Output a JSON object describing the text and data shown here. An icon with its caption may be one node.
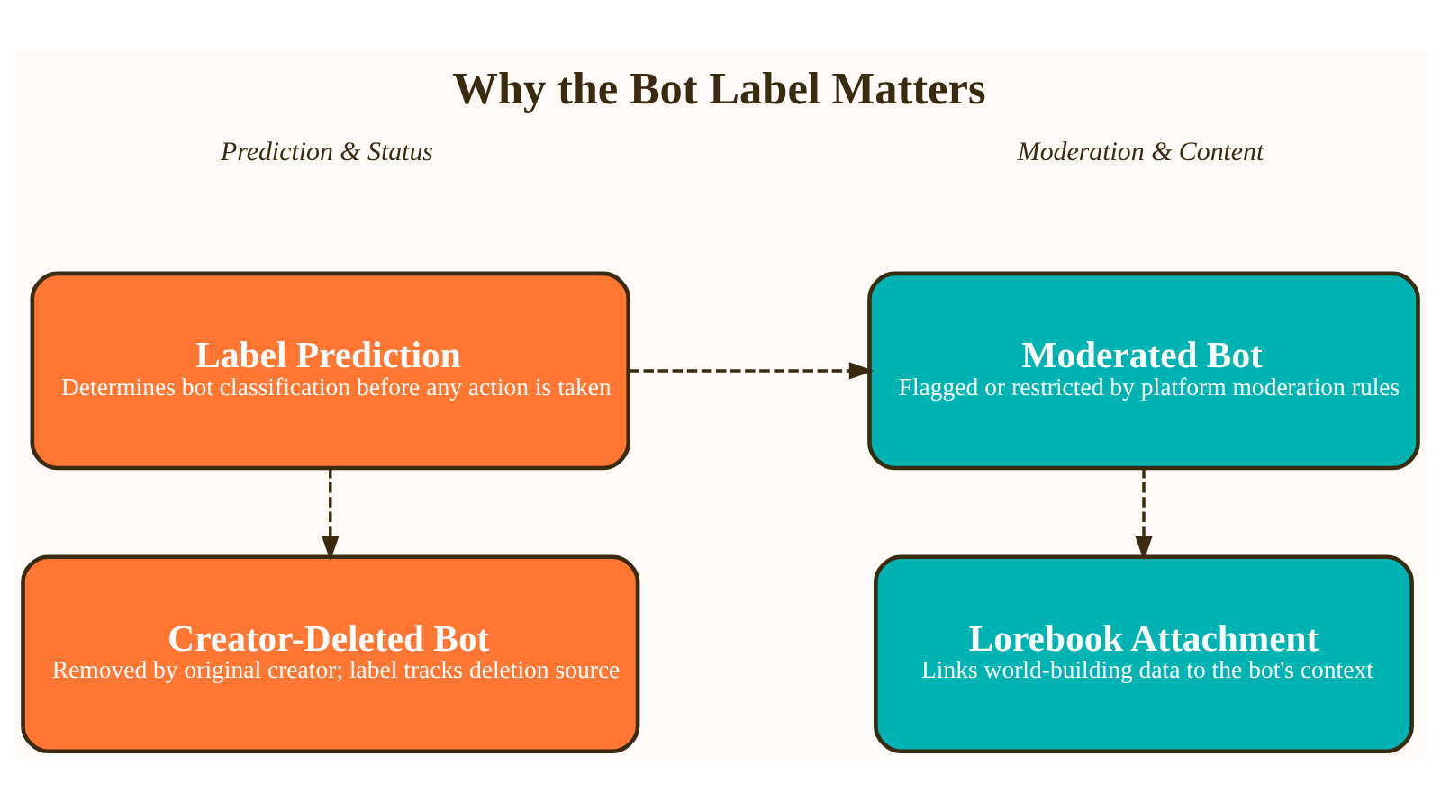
{
  "diagram": {
    "title": "Why the Bot Label Matters",
    "nodes": [
      {
        "text": [
          "Label Prediction",
          "Determines bot classification before any action is taken"
        ]
      },
      {
        "text": [
          "Creator-Deleted Bot",
          "Removed by original creator; label tracks deletion source"
        ]
      },
      {
        "text": [
          "Moderated Bot",
          "Flagged or restricted by platform moderation rules"
        ]
      },
      {
        "text": [
          "Lorebook Attachment",
          "Links world-building data to the bot's context"
        ]
      }
    ],
    "edges": [
      {
        "from": 0,
        "to": 1,
        "arrow": "to",
        "style": "dashed"
      },
      {
        "from": 0,
        "to": 2,
        "arrow": "to",
        "style": "dashed"
      },
      {
        "from": 2,
        "to": 3,
        "arrow": "to",
        "style": "dashed"
      }
    ],
    "labels": [
      "Prediction & Status",
      "Moderation & Content"
    ]
  }
}
